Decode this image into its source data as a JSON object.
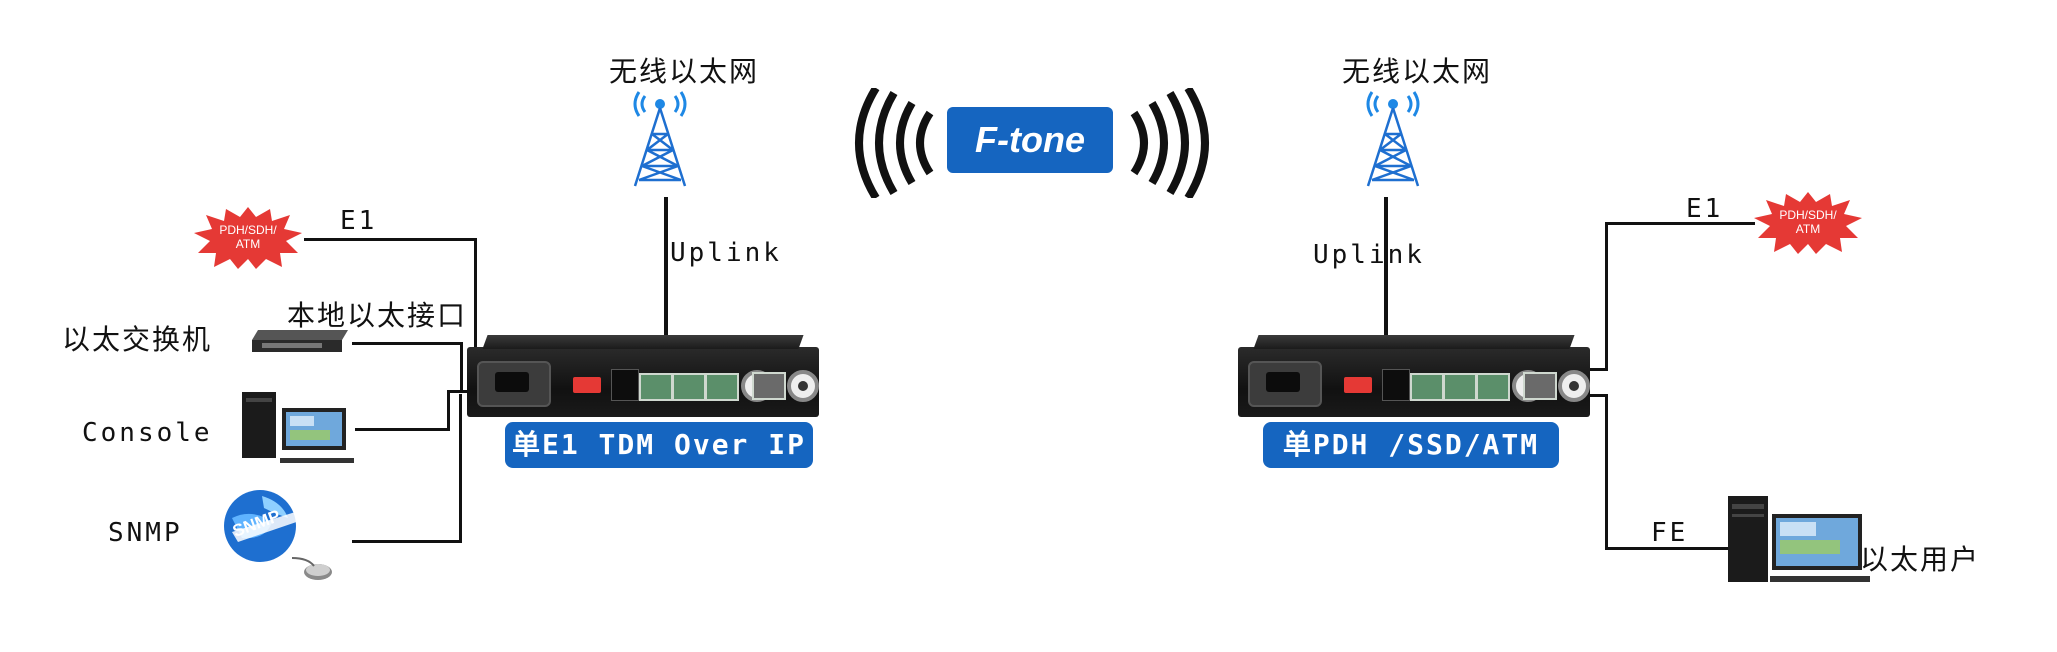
{
  "brand": {
    "logo_text": "F-tone",
    "accent": "#1565c0"
  },
  "left": {
    "tower_label": "无线以太网",
    "uplink_label": "Uplink",
    "burst_text": "PDH/SDH/ATM",
    "e1_label": "E1",
    "local_eth_label": "本地以太接口",
    "switch_label": "以太交换机",
    "console_label": "Console",
    "snmp_label": "SNMP",
    "globe_text": "SNMP",
    "device_label": "单E1 TDM Over IP"
  },
  "right": {
    "tower_label": "无线以太网",
    "uplink_label": "Uplink",
    "burst_text": "PDH/SDH/ATM",
    "e1_label": "E1",
    "fe_label": "FE",
    "user_label": "以太用户",
    "device_label": "单PDH /SSD/ATM"
  }
}
